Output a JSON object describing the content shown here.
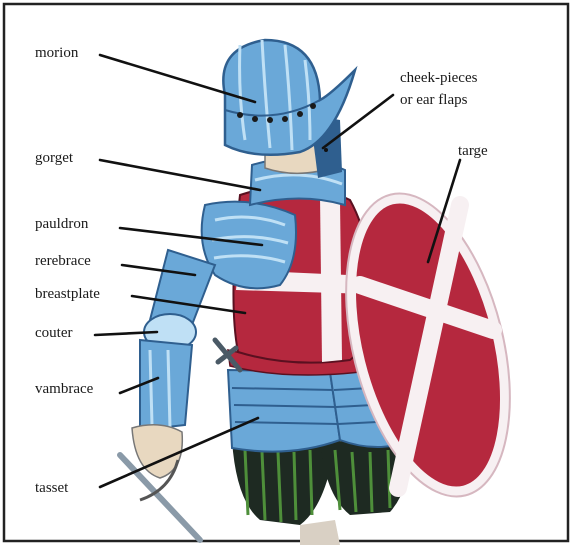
{
  "labels": {
    "morion": "morion",
    "cheek_pieces_line1": "cheek-pieces",
    "cheek_pieces_line2": "or ear flaps",
    "gorget": "gorget",
    "targe": "targe",
    "pauldron": "pauldron",
    "rerebrace": "rerebrace",
    "breastplate": "breastplate",
    "couter": "couter",
    "vambrace": "vambrace",
    "tasset": "tasset"
  },
  "colors": {
    "armor": "#6aa8d8",
    "armor_dark": "#2f5f8f",
    "armor_light": "#bfe0f5",
    "tabard_red": "#b5283e",
    "cross_white": "#f7f0f2",
    "breeches_dark": "#1e2a22",
    "breeches_green": "#4e8f3a",
    "skin": "#e8d8c0"
  }
}
